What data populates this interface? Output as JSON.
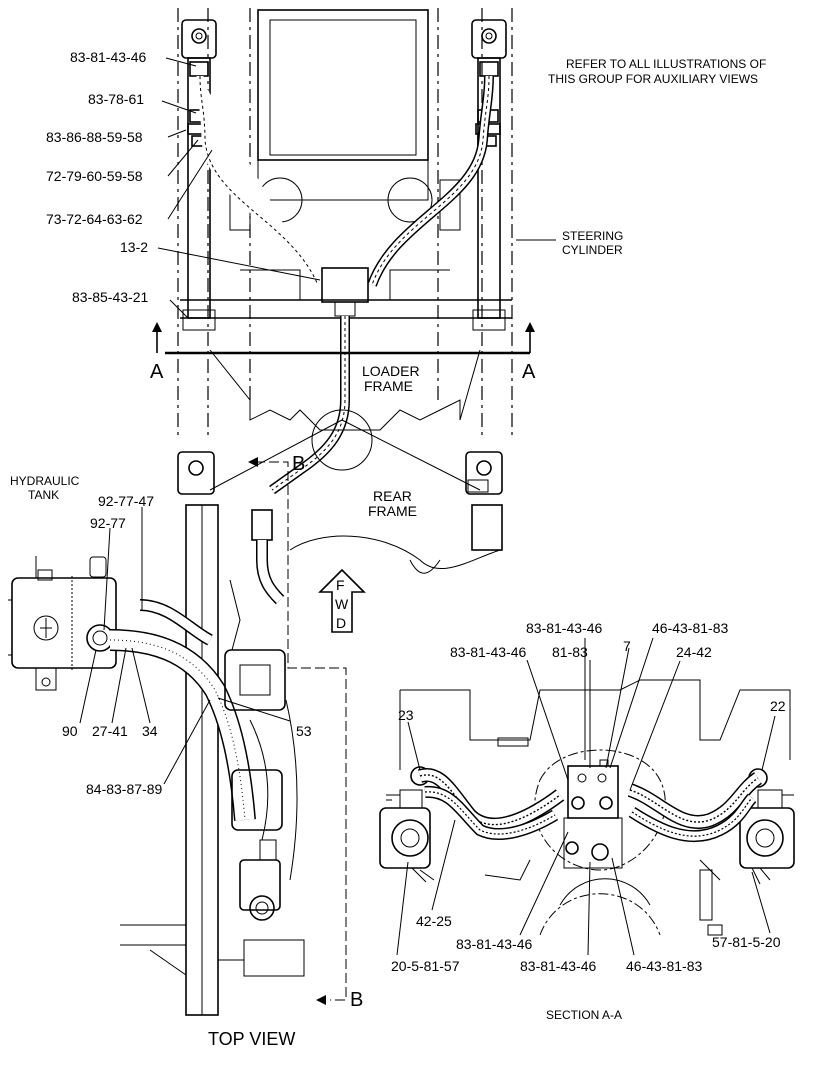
{
  "notes": {
    "refer_line1": "REFER TO ALL ILLUSTRATIONS OF",
    "refer_line2": "THIS GROUP FOR AUXILIARY VIEWS",
    "steering_line1": "STEERING",
    "steering_line2": "CYLINDER",
    "loader_line1": "LOADER",
    "loader_line2": "FRAME",
    "rear_line1": "REAR",
    "rear_line2": "FRAME",
    "tank_line1": "HYDRAULIC",
    "tank_line2": "TANK",
    "fwd_f": "F",
    "fwd_w": "W",
    "fwd_d": "D"
  },
  "section_markers": {
    "a_left": "A",
    "a_right": "A",
    "b_top": "B",
    "b_bottom": "B"
  },
  "view_titles": {
    "top_view": "TOP VIEW",
    "section_aa": "SECTION  A-A"
  },
  "callouts_top": {
    "c1": "83-81-43-46",
    "c2": "83-78-61",
    "c3": "83-86-88-59-58",
    "c4": "72-79-60-59-58",
    "c5": "73-72-64-63-62",
    "c6": "13-2",
    "c7": "83-85-43-21"
  },
  "callouts_left": {
    "c1": "92-77-47",
    "c2": "92-77",
    "c3": "90",
    "c4": "27-41",
    "c5": "34",
    "c6": "53",
    "c7": "84-83-87-89"
  },
  "callouts_section": {
    "c1": "83-81-43-46",
    "c2": "46-43-81-83",
    "c3": "83-81-43-46",
    "c4": "81-83",
    "c5": "7",
    "c6": "24-42",
    "c7": "23",
    "c8": "22",
    "c9": "42-25",
    "c10": "83-81-43-46",
    "c11": "20-5-81-57",
    "c12": "83-81-43-46",
    "c13": "46-43-81-83",
    "c14": "57-81-5-20"
  }
}
